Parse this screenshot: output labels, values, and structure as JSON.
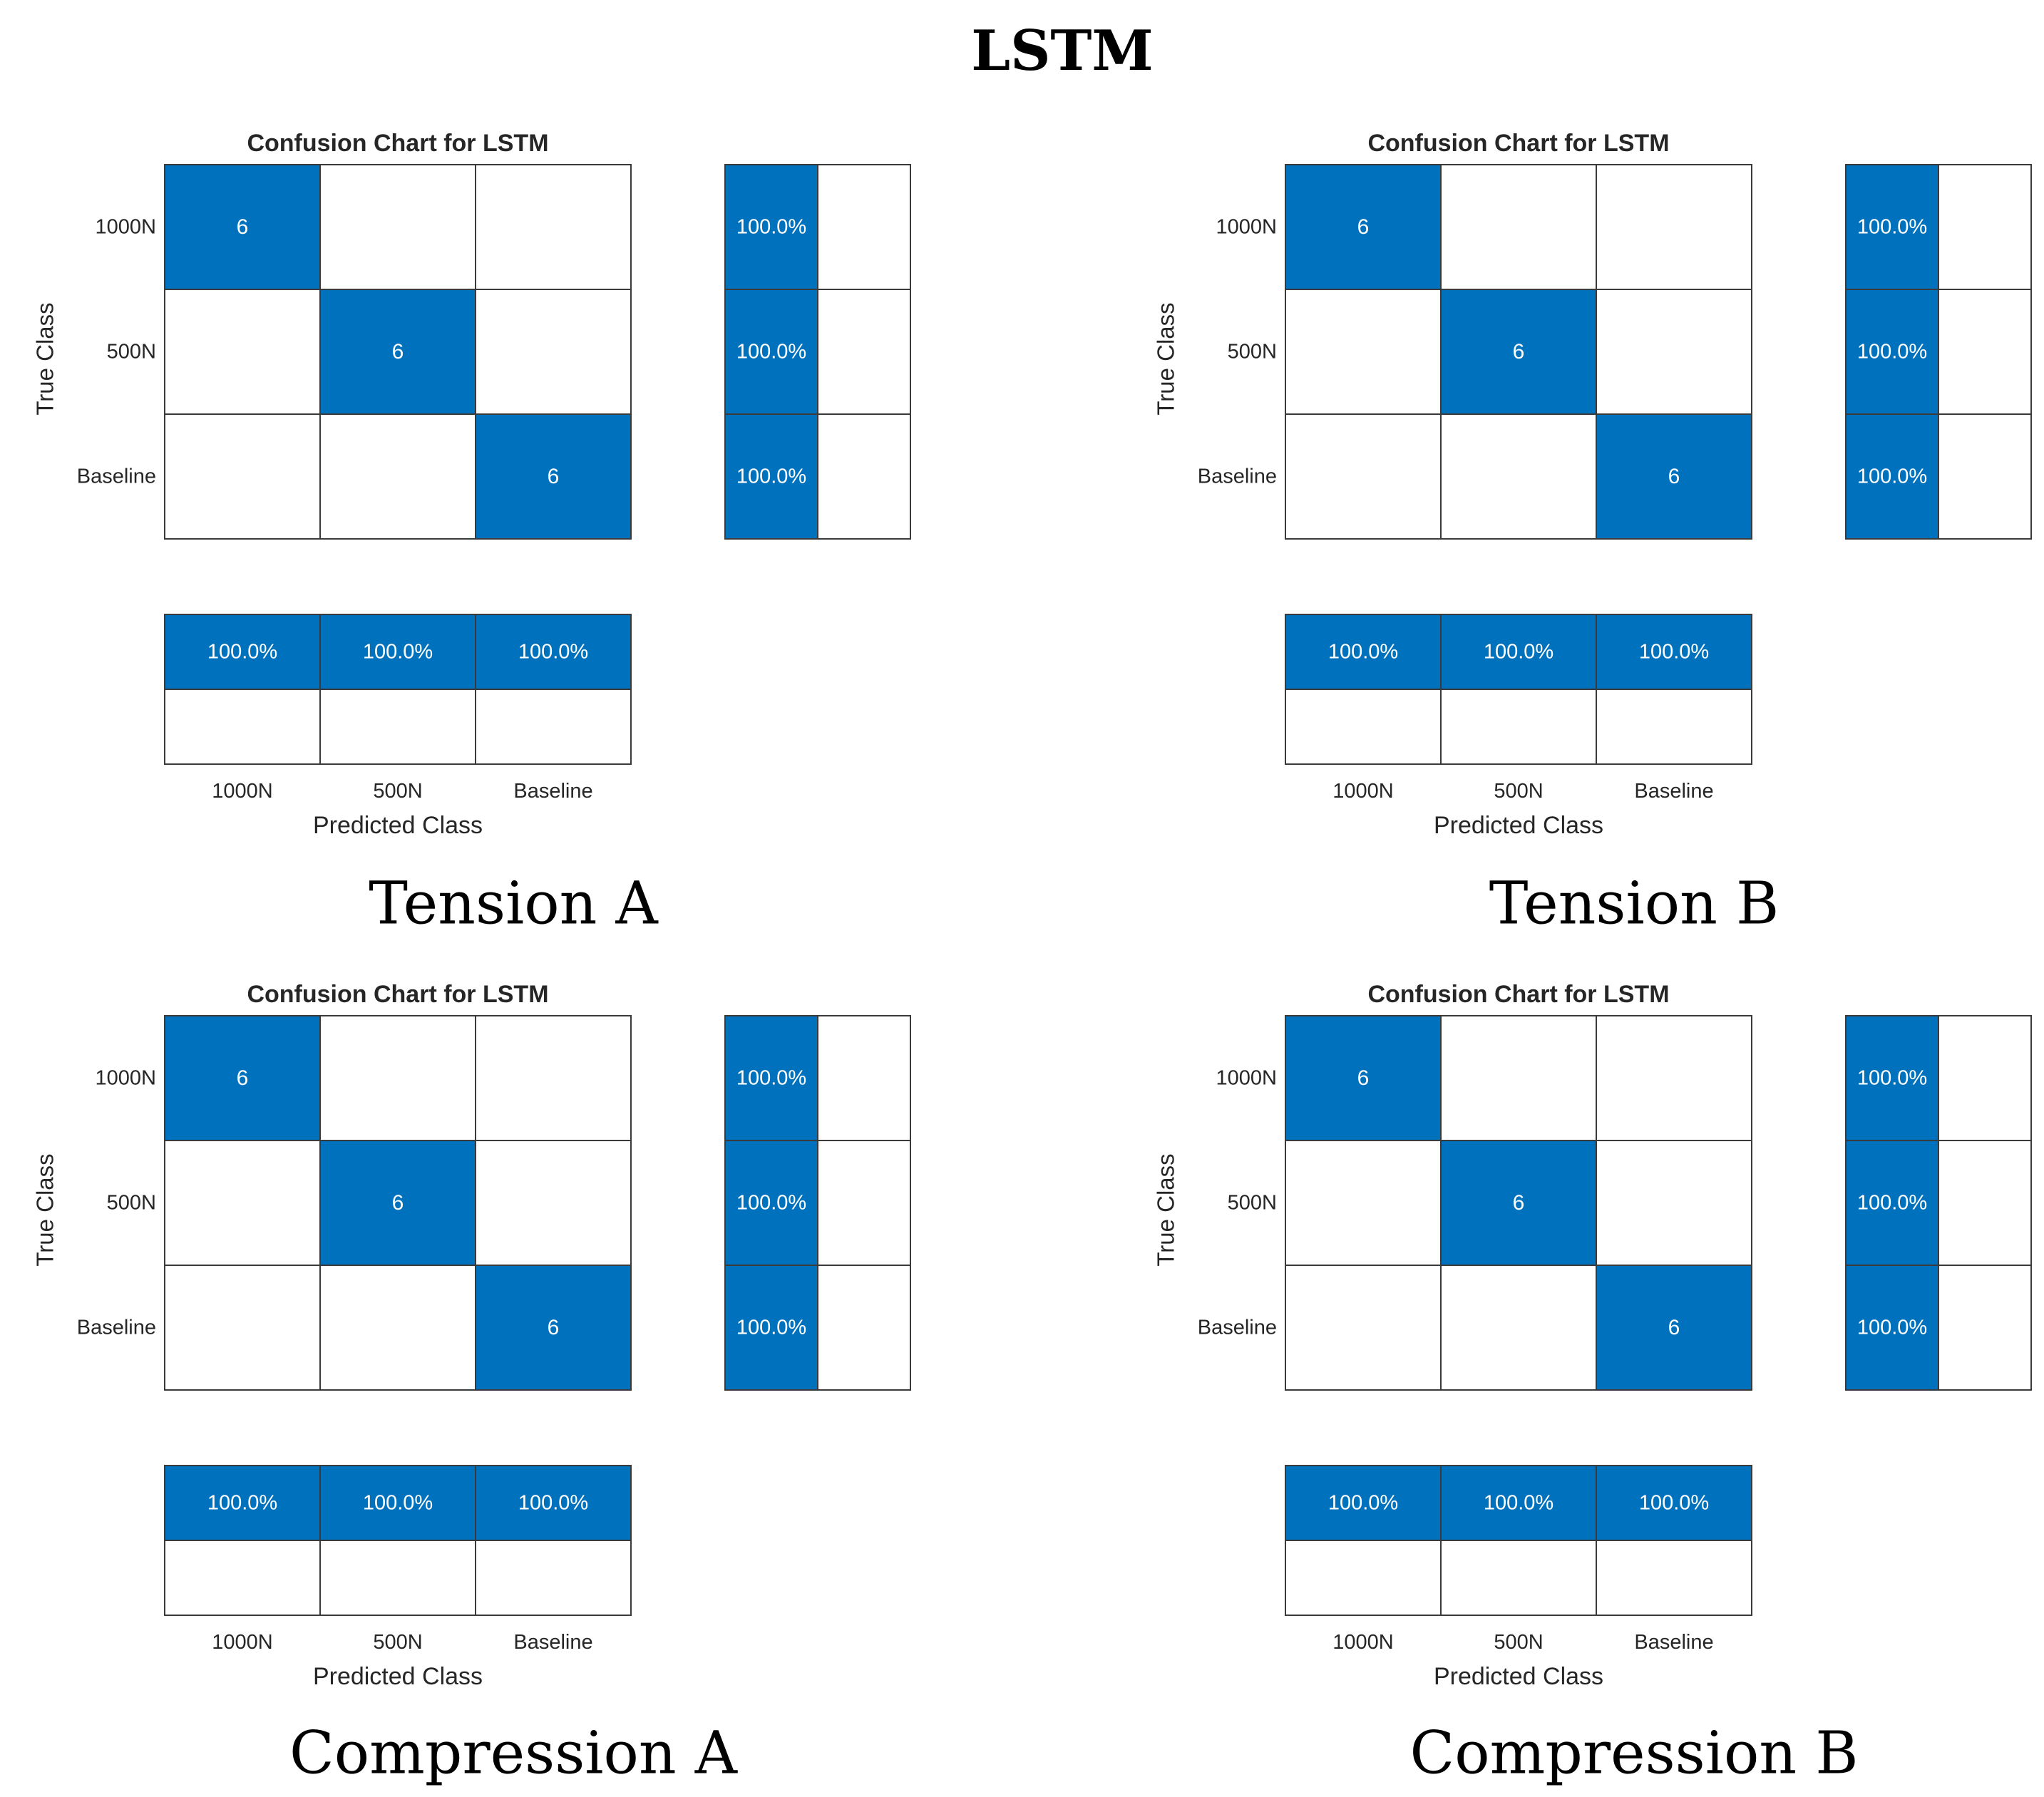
{
  "figure": {
    "title": "LSTM",
    "accent_color": "#0072BD",
    "grid_color": "#3a3a3a",
    "text_color": "#262626",
    "cell_text_color": "#ffffff"
  },
  "chart_data": [
    {
      "type": "heatmap",
      "caption": "Tension A",
      "title": "Confusion Chart for LSTM",
      "xlabel": "Predicted Class",
      "ylabel": "True Class",
      "classes": [
        "1000N",
        "500N",
        "Baseline"
      ],
      "matrix": [
        [
          6,
          0,
          0
        ],
        [
          0,
          6,
          0
        ],
        [
          0,
          0,
          6
        ]
      ],
      "row_summary": [
        {
          "correct": "100.0%",
          "incorrect": ""
        },
        {
          "correct": "100.0%",
          "incorrect": ""
        },
        {
          "correct": "100.0%",
          "incorrect": ""
        }
      ],
      "column_summary": [
        {
          "correct": "100.0%",
          "incorrect": ""
        },
        {
          "correct": "100.0%",
          "incorrect": ""
        },
        {
          "correct": "100.0%",
          "incorrect": ""
        }
      ]
    },
    {
      "type": "heatmap",
      "caption": "Tension B",
      "title": "Confusion Chart for LSTM",
      "xlabel": "Predicted Class",
      "ylabel": "True Class",
      "classes": [
        "1000N",
        "500N",
        "Baseline"
      ],
      "matrix": [
        [
          6,
          0,
          0
        ],
        [
          0,
          6,
          0
        ],
        [
          0,
          0,
          6
        ]
      ],
      "row_summary": [
        {
          "correct": "100.0%",
          "incorrect": ""
        },
        {
          "correct": "100.0%",
          "incorrect": ""
        },
        {
          "correct": "100.0%",
          "incorrect": ""
        }
      ],
      "column_summary": [
        {
          "correct": "100.0%",
          "incorrect": ""
        },
        {
          "correct": "100.0%",
          "incorrect": ""
        },
        {
          "correct": "100.0%",
          "incorrect": ""
        }
      ]
    },
    {
      "type": "heatmap",
      "caption": "Compression A",
      "title": "Confusion Chart for LSTM",
      "xlabel": "Predicted Class",
      "ylabel": "True Class",
      "classes": [
        "1000N",
        "500N",
        "Baseline"
      ],
      "matrix": [
        [
          6,
          0,
          0
        ],
        [
          0,
          6,
          0
        ],
        [
          0,
          0,
          6
        ]
      ],
      "row_summary": [
        {
          "correct": "100.0%",
          "incorrect": ""
        },
        {
          "correct": "100.0%",
          "incorrect": ""
        },
        {
          "correct": "100.0%",
          "incorrect": ""
        }
      ],
      "column_summary": [
        {
          "correct": "100.0%",
          "incorrect": ""
        },
        {
          "correct": "100.0%",
          "incorrect": ""
        },
        {
          "correct": "100.0%",
          "incorrect": ""
        }
      ]
    },
    {
      "type": "heatmap",
      "caption": "Compression B",
      "title": "Confusion Chart for LSTM",
      "xlabel": "Predicted Class",
      "ylabel": "True Class",
      "classes": [
        "1000N",
        "500N",
        "Baseline"
      ],
      "matrix": [
        [
          6,
          0,
          0
        ],
        [
          0,
          6,
          0
        ],
        [
          0,
          0,
          6
        ]
      ],
      "row_summary": [
        {
          "correct": "100.0%",
          "incorrect": ""
        },
        {
          "correct": "100.0%",
          "incorrect": ""
        },
        {
          "correct": "100.0%",
          "incorrect": ""
        }
      ],
      "column_summary": [
        {
          "correct": "100.0%",
          "incorrect": ""
        },
        {
          "correct": "100.0%",
          "incorrect": ""
        },
        {
          "correct": "100.0%",
          "incorrect": ""
        }
      ]
    }
  ]
}
